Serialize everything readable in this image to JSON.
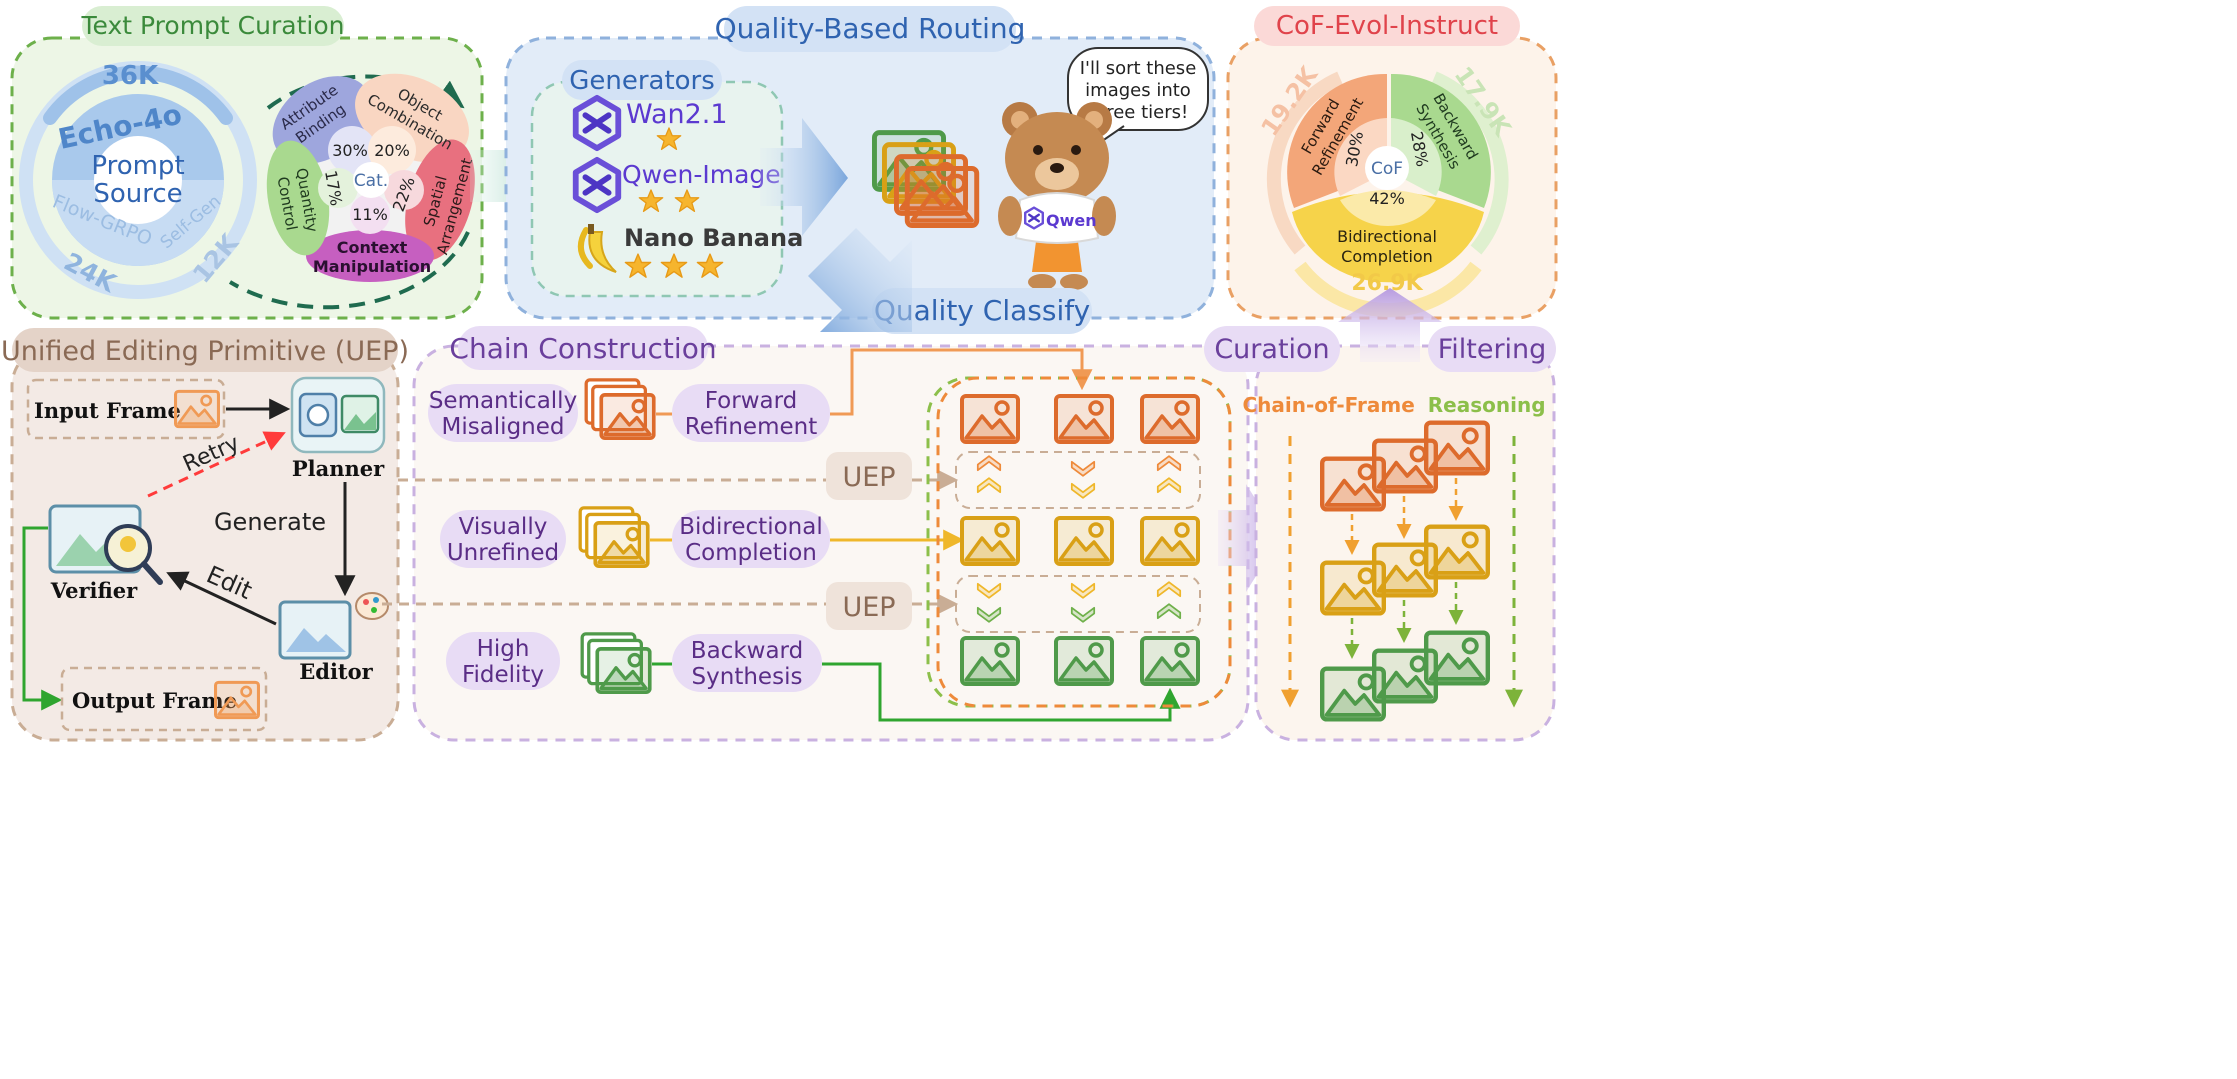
{
  "text_prompt_curation": {
    "title": "Text Prompt Curation",
    "ring": {
      "count_top": "36K",
      "count_left": "24K",
      "count_right": "12K",
      "brand": "Echo-4o",
      "center_line1": "Prompt",
      "center_line2": "Source",
      "arc_left": "Flow-GRPO",
      "arc_right": "Self-Gen"
    },
    "categories": {
      "center": "Cat.",
      "attribute_binding": {
        "line1": "Attribute",
        "line2": "Binding",
        "pct": "30%"
      },
      "object_combination": {
        "line1": "Object",
        "line2": "Combination",
        "pct": "20%"
      },
      "spatial_arrangement": {
        "line1": "Spatial",
        "line2": "Arrangement",
        "pct": "22%"
      },
      "context_manipulation": {
        "line1": "Context",
        "line2": "Manipulation",
        "pct": "11%"
      },
      "quantity_control": {
        "line1": "Quantity",
        "line2": "Control",
        "pct": "17%"
      }
    }
  },
  "quality_routing": {
    "title": "Quality-Based Routing",
    "generators_title": "Generators",
    "generators": [
      {
        "name": "Wan2.1",
        "stars": 1
      },
      {
        "name": "Qwen-Image",
        "stars": 2
      },
      {
        "name": "Nano Banana",
        "stars": 3
      }
    ],
    "speech": {
      "line1": "I'll sort these",
      "line2": "images into",
      "line3": "three tiers!"
    },
    "mascot_label": "Qwen",
    "classify_label": "Quality Classify"
  },
  "cof_evol": {
    "title": "CoF-Evol-Instruct",
    "center": "CoF",
    "count_left": "19.2K",
    "count_right": "17.9K",
    "count_bottom": "26.9K",
    "forward": {
      "line1": "Forward",
      "line2": "Refinement",
      "pct": "30%"
    },
    "backward": {
      "line1": "Backward",
      "line2": "Synthesis",
      "pct": "28%"
    },
    "bidirectional": {
      "line1": "Bidirectional",
      "line2": "Completion",
      "pct": "42%"
    }
  },
  "uep": {
    "title": "Unified Editing Primitive (UEP)",
    "input_frame": "Input Frame",
    "output_frame": "Output Frame",
    "planner": "Planner",
    "verifier": "Verifier",
    "editor": "Editor",
    "retry": "Retry",
    "generate": "Generate",
    "edit": "Edit"
  },
  "chain": {
    "title": "Chain Construction",
    "rows": [
      {
        "cond1": "Semantically",
        "cond2": "Misaligned",
        "op1": "Forward",
        "op2": "Refinement"
      },
      {
        "cond1": "Visually",
        "cond2": "Unrefined",
        "op1": "Bidirectional",
        "op2": "Completion"
      },
      {
        "cond1": "High",
        "cond2": "Fidelity",
        "op1": "Backward",
        "op2": "Synthesis"
      }
    ],
    "uep_label": "UEP"
  },
  "right_panel": {
    "curation": "Curation",
    "filtering": "Filtering",
    "reasoning_part1": "Chain-of-Frame",
    "reasoning_part2": "Reasoning"
  },
  "colors": {
    "orange": "#dd6b2c",
    "yellow": "#d9a016",
    "green": "#4f9a4a",
    "purple": "#7a3fa6",
    "blue": "#2f63b0"
  }
}
